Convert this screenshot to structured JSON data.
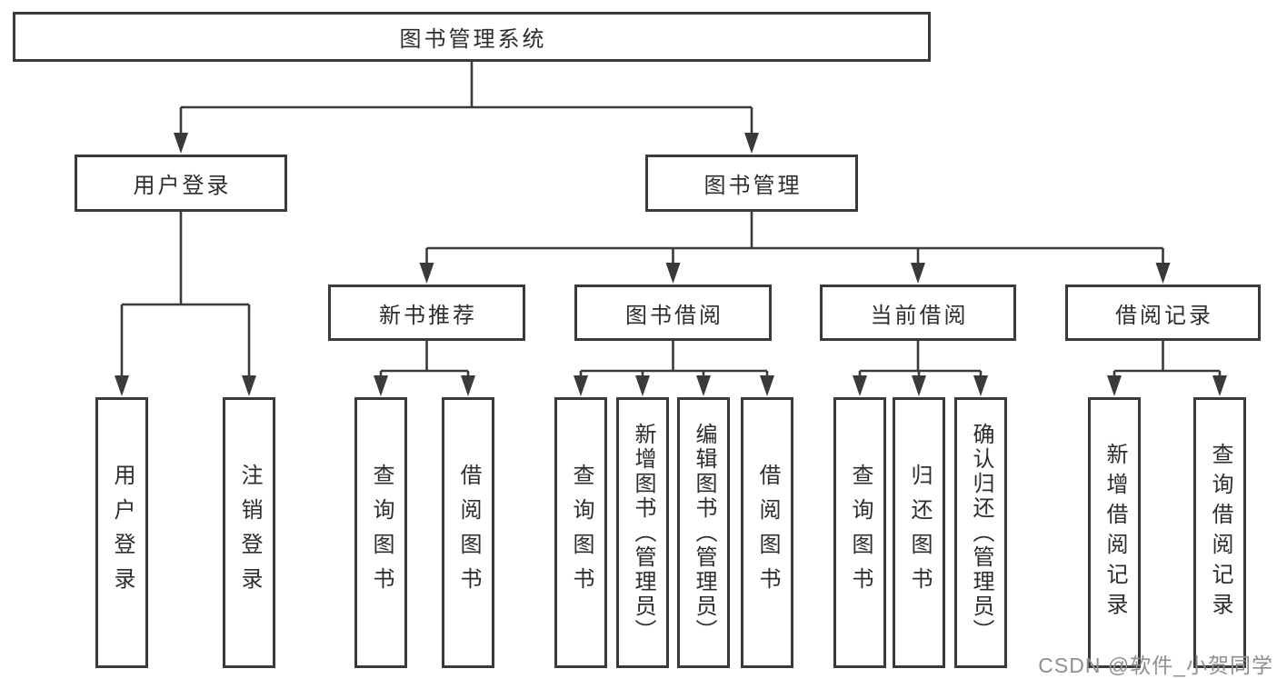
{
  "root": {
    "label": "图书管理系统"
  },
  "branches": [
    {
      "label": "用户登录"
    },
    {
      "label": "图书管理"
    }
  ],
  "modules": [
    {
      "label": "新书推荐"
    },
    {
      "label": "图书借阅"
    },
    {
      "label": "当前借阅"
    },
    {
      "label": "借阅记录"
    }
  ],
  "leaves": {
    "user_login": [
      "用户登录",
      "注销登录"
    ],
    "new_book_recommend": [
      "查询图书",
      "借阅图书"
    ],
    "book_borrow": [
      "查询图书",
      "新增图书（管理员）",
      "编辑图书（管理员）",
      "借阅图书"
    ],
    "current_borrow": [
      "查询图书",
      "归还图书",
      "确认归还（管理员）"
    ],
    "borrow_records": [
      "新增借阅记录",
      "查询借阅记录"
    ]
  },
  "watermark": "CSDN @软件_小贺同学",
  "colors": {
    "line": "#3a3a3a",
    "text": "#2d2d2d",
    "box_bg": "#ffffff",
    "watermark": "#8f8f8f"
  }
}
